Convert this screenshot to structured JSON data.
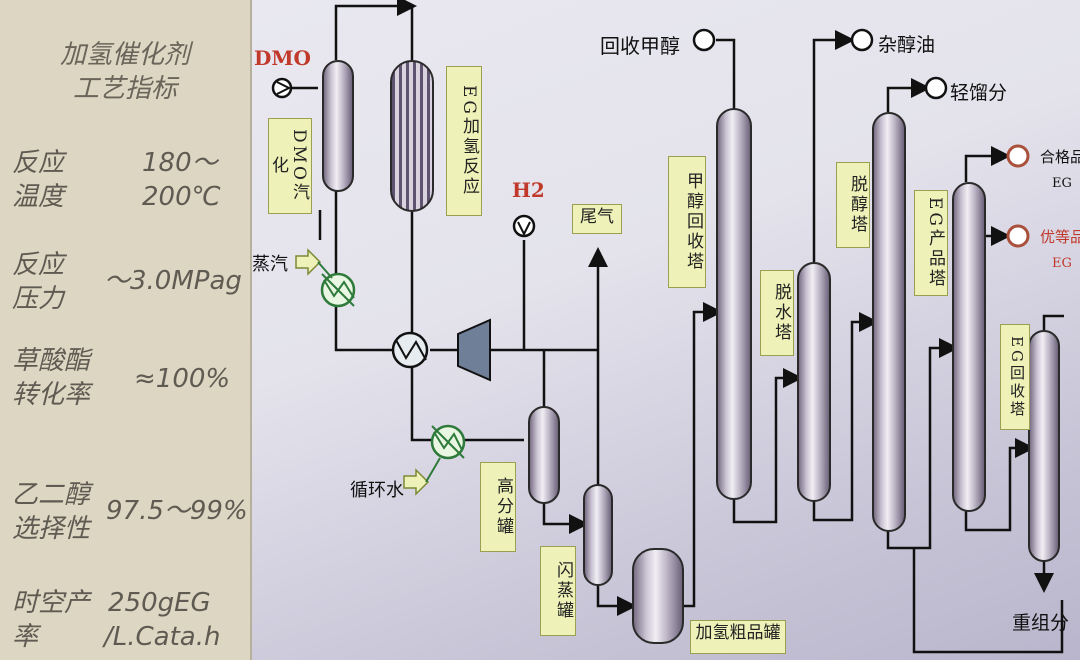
{
  "left_panel": {
    "title_line1": "加氢催化剂",
    "title_line2": "工艺指标",
    "rows": [
      {
        "label_line1": "反应",
        "label_line2": "温度",
        "value_line1": "180～",
        "value_line2": "200℃"
      },
      {
        "label_line1": "反应",
        "label_line2": "压力",
        "value_line1": "～3.0MPag",
        "value_line2": ""
      },
      {
        "label_line1": "草酸酯",
        "label_line2": "转化率",
        "value_line1": "≈100%",
        "value_line2": ""
      },
      {
        "label_line1": "乙二醇",
        "label_line2": "选择性",
        "value_line1": "97.5～99%",
        "value_line2": ""
      },
      {
        "label_line1": "时空产",
        "label_line2": "率",
        "value_line1": "250gEG",
        "value_line2": "/L.Cata.h"
      }
    ]
  },
  "diagram": {
    "dmo_label": "DMO",
    "dmo_vaporizer_label": "DMO汽化",
    "eg_reactor_label": "EG加氢反应",
    "steam_label": "蒸汽",
    "cooling_water_label": "循环水",
    "h2_label": "H2",
    "tail_gas_label": "尾气",
    "hp_separator_label": "高分罐",
    "flash_tank_label": "闪蒸罐",
    "crude_tank_label": "加氢粗品罐",
    "methanol_recovery_label": "回收甲醇",
    "methanol_column_label": "甲醇回收塔",
    "dewater_column_label": "脱水塔",
    "mixed_alcohol_label": "杂醇油",
    "dealcohol_column_label": "脱醇塔",
    "light_ends_label": "轻馏分",
    "eg_product_column_label": "EG产品塔",
    "qualified_product_label": "合格品",
    "qualified_product_sub": "EG",
    "premium_product_label": "优等品",
    "premium_product_sub": "EG",
    "eg_recovery_column_label": "EG回收塔",
    "heavy_ends_label": "重组分"
  }
}
